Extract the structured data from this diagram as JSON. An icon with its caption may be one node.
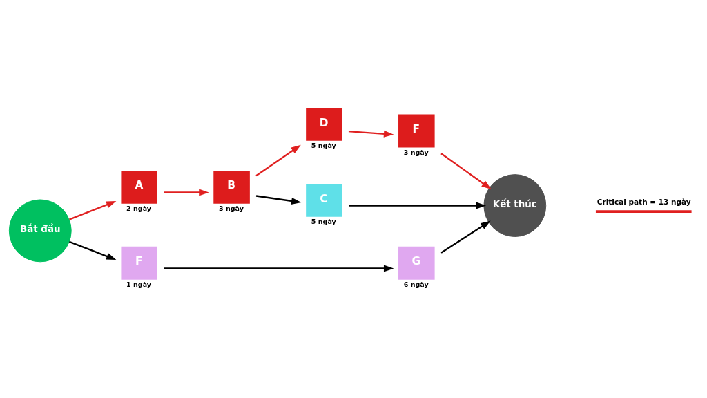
{
  "diagram": {
    "nodes": [
      {
        "text": [
          "Bắt đầu"
        ]
      },
      {
        "text": [
          "A"
        ],
        "beside": [
          "2 ngày"
        ]
      },
      {
        "text": [
          "B"
        ],
        "beside": [
          "3 ngày"
        ]
      },
      {
        "text": [
          "D"
        ],
        "beside": [
          "5 ngày"
        ]
      },
      {
        "text": [
          "F"
        ],
        "beside": [
          "3 ngày"
        ]
      },
      {
        "text": [
          "C"
        ],
        "beside": [
          "5 ngày"
        ]
      },
      {
        "text": [
          "F"
        ],
        "beside": [
          "1 ngày"
        ]
      },
      {
        "text": [
          "G"
        ],
        "beside": [
          "6 ngày"
        ]
      },
      {
        "text": [
          "Kết thúc"
        ]
      }
    ],
    "edges": [
      {
        "from": 0,
        "to": 1,
        "arrow": "to",
        "color": "#e02020"
      },
      {
        "from": 1,
        "to": 2,
        "arrow": "to",
        "color": "#e02020"
      },
      {
        "from": 2,
        "to": 3,
        "arrow": "to",
        "color": "#e02020"
      },
      {
        "from": 3,
        "to": 4,
        "arrow": "to",
        "color": "#e02020"
      },
      {
        "from": 4,
        "to": 8,
        "arrow": "to",
        "color": "#e02020"
      },
      {
        "from": 2,
        "to": 5,
        "arrow": "to",
        "color": "#000000"
      },
      {
        "from": 5,
        "to": 8,
        "arrow": "to",
        "color": "#000000"
      },
      {
        "from": 0,
        "to": 6,
        "arrow": "to",
        "color": "#000000"
      },
      {
        "from": 6,
        "to": 7,
        "arrow": "to",
        "color": "#000000"
      },
      {
        "from": 7,
        "to": 8,
        "arrow": "to",
        "color": "#000000"
      }
    ],
    "legend": [
      {
        "text": "Critical path = 13 ngày"
      }
    ]
  }
}
